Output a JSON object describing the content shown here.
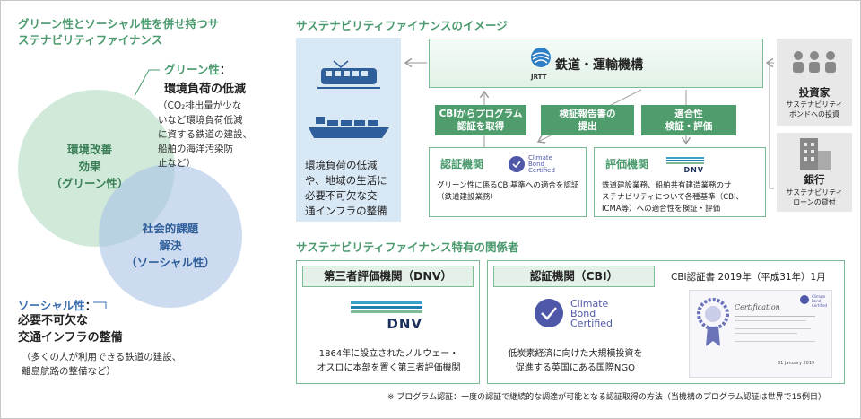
{
  "left": {
    "title_line1": "グリーン性とソーシャル性を併せ持つサ",
    "title_line2": "ステナビリティファイナンス",
    "green_circle": [
      "環境改善",
      "効果",
      "（グリーン性）"
    ],
    "blue_circle": [
      "社会的課題",
      "解決",
      "（ソーシャル性）"
    ],
    "green_label": "グリーン性",
    "colon": "：",
    "green_heading": "環境負荷の低減",
    "green_detail": [
      "（CO₂排出量が少な",
      "いなど環境負荷低減",
      "に資する鉄道の建設、",
      "船舶の海洋汚染防",
      "止など）"
    ],
    "social_label": "ソーシャル性",
    "social_heading": [
      "必要不可欠な",
      "交通インフラの整備"
    ],
    "social_detail": [
      "（多くの人が利用できる鉄道の建設、",
      "離島航路の整備など）"
    ]
  },
  "image_section": {
    "title": "サステナビリティファイナンスのイメージ",
    "train_text": [
      "環境負荷の低減",
      "や、地域の生活に",
      "必要不可欠な交",
      "通インフラの整備"
    ],
    "jrtt_name": "鉄道・運輸機構",
    "jrtt_abbr": "JRTT",
    "pills": [
      [
        "CBIからプログラム",
        "認証を取得"
      ],
      [
        "検証報告書の",
        "提出"
      ],
      [
        "適合性",
        "検証・評価"
      ]
    ],
    "cert_body": {
      "title": "認証機関",
      "desc": [
        "グリーン性に係るCBI基準への適合を認証",
        "（鉄道建設業務）"
      ]
    },
    "eval_body": {
      "title": "評価機関",
      "desc": [
        "鉄道建設業務、船舶共有建造業務のサ",
        "ステナビリティについて各種基準（CBI、",
        "ICMA等）への適合性を検証・評価"
      ]
    },
    "cbi_logo": [
      "Climate",
      "Bond",
      "Certified"
    ],
    "dnv_logo": "DNV",
    "investors": {
      "title": "投資家",
      "sub": [
        "サステナビリティ",
        "ボンドへの投資"
      ]
    },
    "banks": {
      "title": "銀行",
      "sub": [
        "サステナビリティ",
        "ローンの貸付"
      ]
    }
  },
  "stakeholders": {
    "title": "サステナビリティファイナンス特有の関係者",
    "dnv": {
      "heading": "第三者評価機関（DNV）",
      "desc": [
        "1864年に設立されたノルウェー・",
        "オスロに本部を置く第三者評価機関"
      ]
    },
    "cbi": {
      "heading": "認証機関（CBI）",
      "desc": [
        "低炭素経済に向けた大規模投資を",
        "促進する英国にある国際NGO"
      ],
      "cert_note": "CBI認証書 2019年（平成31年）1月"
    },
    "certificate": {
      "word": "Certification",
      "date": "31 January 2019"
    }
  },
  "footnote": "※ プログラム認証：一度の認証で継続的な調達が可能となる認証取得の方法（当機構のプログラム認証は世界で15例目）",
  "colors": {
    "green": "#4a9a6e",
    "blue": "#3b6fb0",
    "pill": "#4f9d6c",
    "panel": "#d9e8f5"
  }
}
